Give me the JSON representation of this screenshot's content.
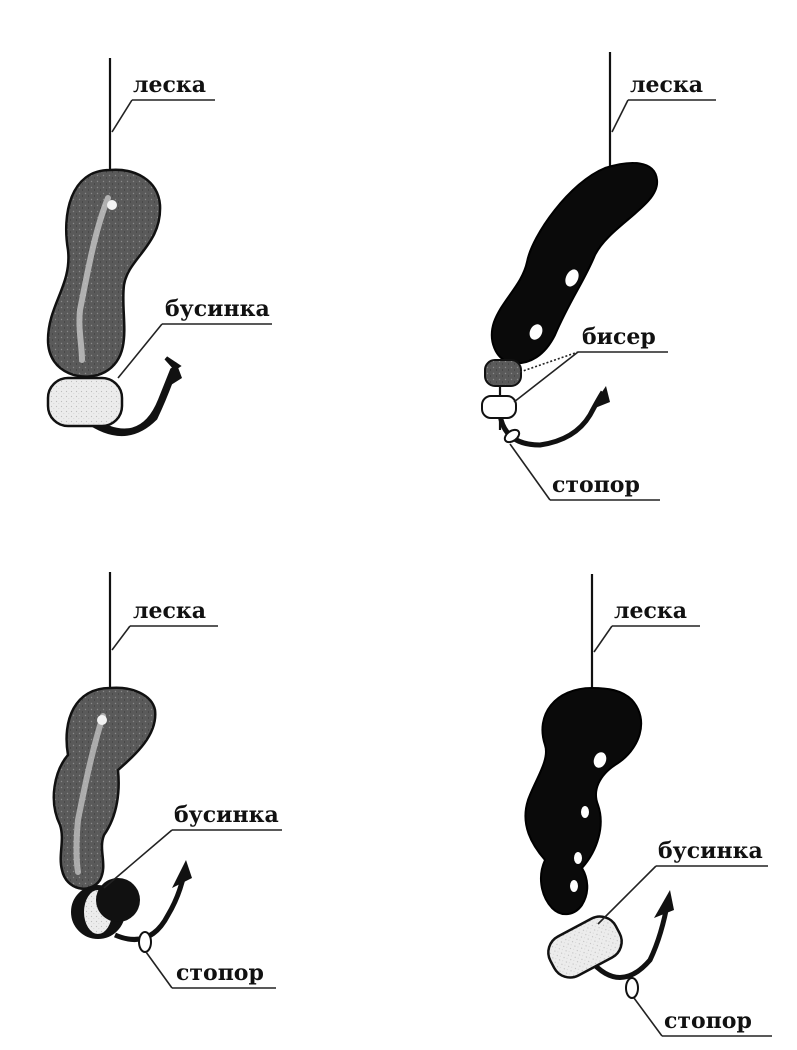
{
  "colors": {
    "background": "#ffffff",
    "ink": "#111111",
    "grey_body": "#555555",
    "bead_light": "#e6e6e6"
  },
  "diagrams": [
    {
      "id": "top-left",
      "labels": {
        "line": "леска",
        "bead": "бусинка"
      }
    },
    {
      "id": "top-right",
      "labels": {
        "line": "леска",
        "seed_beads": "бисер",
        "stopper": "стопор"
      }
    },
    {
      "id": "bottom-left",
      "labels": {
        "line": "леска",
        "bead": "бусинка",
        "stopper": "стопор"
      }
    },
    {
      "id": "bottom-right",
      "labels": {
        "line": "леска",
        "bead": "бусинка",
        "stopper": "стопор"
      }
    }
  ]
}
